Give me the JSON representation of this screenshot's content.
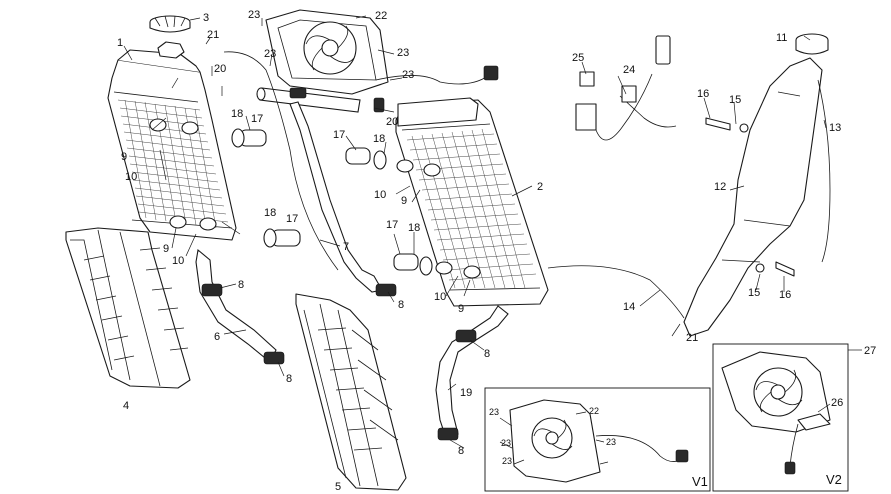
{
  "callouts": {
    "c1": "1",
    "c2": "2",
    "c3": "3",
    "c4": "4",
    "c5": "5",
    "c6": "6",
    "c7": "7",
    "c8a": "8",
    "c8b": "8",
    "c8c": "8",
    "c8d": "8",
    "c8e": "8",
    "c9a": "9",
    "c9b": "9",
    "c9c": "9",
    "c9d": "9",
    "c10a": "10",
    "c10b": "10",
    "c10c": "10",
    "c10d": "10",
    "c11": "11",
    "c12": "12",
    "c13": "13",
    "c14": "14",
    "c15a": "15",
    "c15b": "15",
    "c16a": "16",
    "c16b": "16",
    "c17a": "17",
    "c17b": "17",
    "c17c": "17",
    "c17d": "17",
    "c18a": "18",
    "c18b": "18",
    "c18c": "18",
    "c18d": "18",
    "c19": "19",
    "c20a": "20",
    "c20b": "20",
    "c21a": "21",
    "c21b": "21",
    "c22": "22",
    "c23a": "23",
    "c23b": "23",
    "c23c": "23",
    "c23d": "23",
    "c24": "24",
    "c25": "25",
    "c26": "26",
    "c27": "27",
    "v1_22": "22",
    "v1_23a": "23",
    "v1_23b": "23",
    "v1_23c": "23",
    "v1_23d": "23"
  },
  "variants": {
    "v1_label": "V1",
    "v2_label": "V2"
  }
}
